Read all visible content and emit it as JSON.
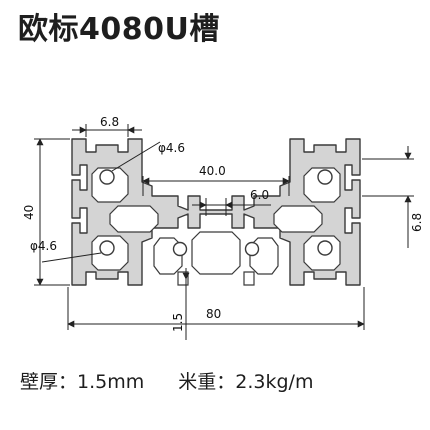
{
  "title": "欧标4080U槽",
  "dimensions": {
    "slot_width_top": "6.8",
    "hole_top": "φ4.6",
    "width_inner": "40.0",
    "slot_width_middle": "6.0",
    "height": "40",
    "slot_width_right": "6.8",
    "hole_bottom": "φ4.6",
    "wall_thickness": "1.5",
    "width": "80"
  },
  "specs": {
    "wall_label": "壁厚：",
    "wall_value": "1.5mm",
    "weight_label": "米重：",
    "weight_value": "2.3kg/m"
  },
  "colors": {
    "profile_fill": "#d4d4d4",
    "profile_edge": "#3a3a3a",
    "dimension_line": "#222222"
  }
}
